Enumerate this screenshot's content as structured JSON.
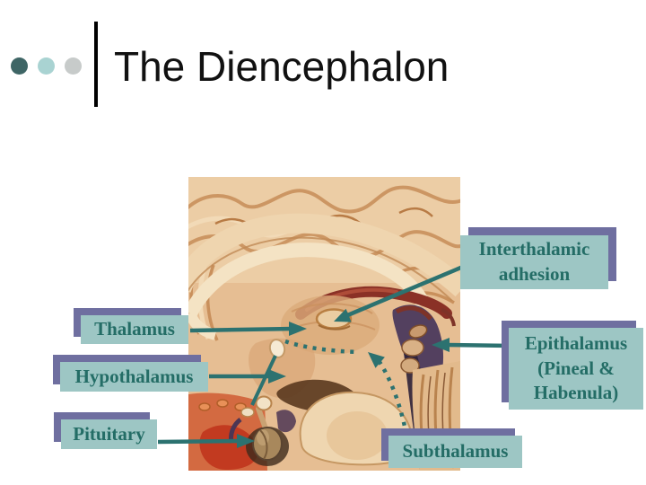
{
  "slide": {
    "title": "The Diencephalon"
  },
  "labels": {
    "interthalamic_adhesion": "Interthalamic adhesion",
    "thalamus": "Thalamus",
    "hypothalamus": "Hypothalamus",
    "pituitary": "Pituitary",
    "epithalamus": "Epithalamus (Pineal & Habenula)",
    "subthalamus": "Subthalamus"
  },
  "colors": {
    "title_text": "#111111",
    "label_bg": "#9DC6C4",
    "label_text": "#246D66",
    "label_shadow": "#6F6FA0",
    "arrow": "#2C7270",
    "bullet_dark": "#3E6565",
    "bullet_teal": "#A9D3D2",
    "bullet_gray": "#C7CBCA"
  }
}
